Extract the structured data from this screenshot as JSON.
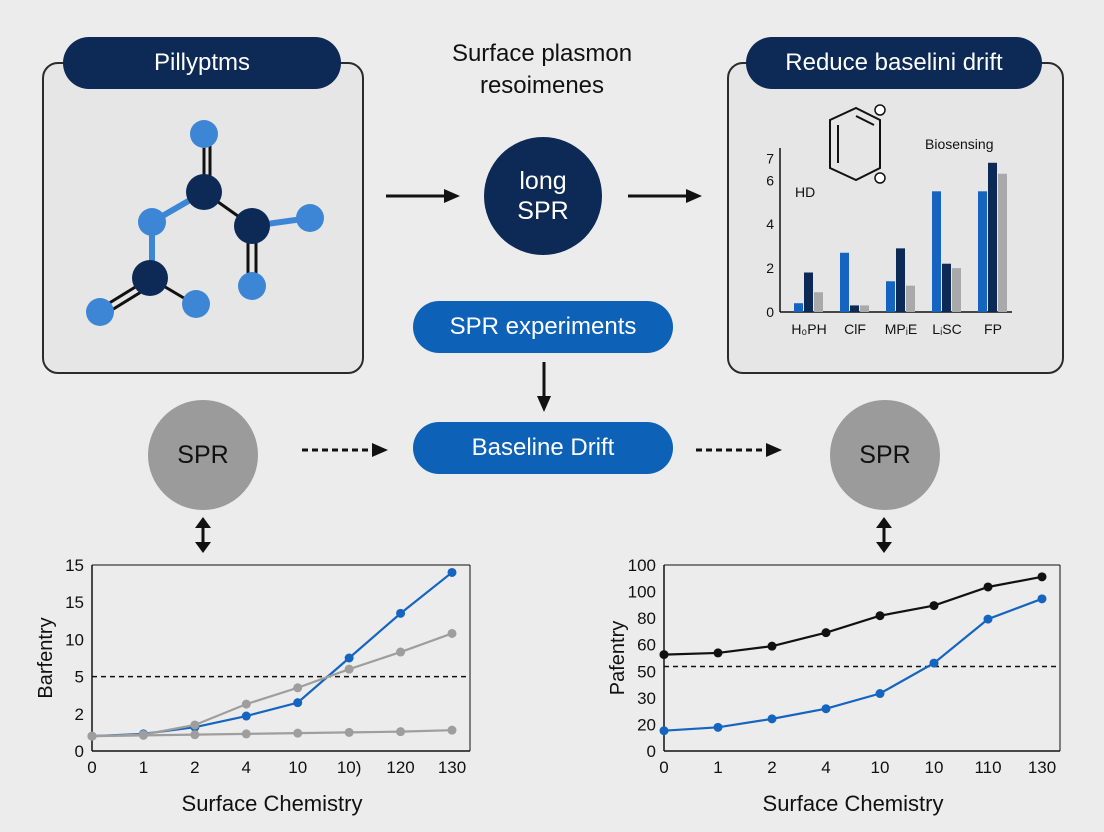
{
  "top_left": {
    "title": "Pillyptms"
  },
  "top_center": {
    "line1": "Surface plasmon",
    "line2": "resoimenes",
    "node_line1": "long",
    "node_line2": "SPR"
  },
  "top_right": {
    "title": "Reduce baselini drift",
    "label_biosensing": "Biosensing",
    "label_hd": "HD"
  },
  "mid": {
    "experiments": "SPR experiments",
    "baseline": "Baseline Drift",
    "spr_left": "SPR",
    "spr_right": "SPR"
  },
  "chart_data": [
    {
      "type": "bar",
      "categories": [
        "H₀PH",
        "ClF",
        "MPᵢE",
        "LᵢSC",
        "FP"
      ],
      "yticks": [
        "0",
        "2",
        "4",
        "6",
        "7"
      ],
      "series": [
        {
          "color": "#1565c0",
          "values": [
            0.4,
            2.7,
            1.4,
            5.5,
            5.5
          ]
        },
        {
          "color": "#0c2a55",
          "values": [
            1.8,
            0.3,
            2.9,
            2.2,
            6.8
          ]
        },
        {
          "color": "#a9a9a9",
          "values": [
            0.9,
            0.3,
            1.2,
            2.0,
            6.3
          ]
        }
      ],
      "colors": {
        "blue": "#1565c0",
        "navy": "#0c2a55",
        "gray": "#a9a9a9"
      }
    },
    {
      "type": "line",
      "xlabel": "Surface Chemistry",
      "ylabel": "Barfentry",
      "xticks": [
        "0",
        "1",
        "2",
        "4",
        "10",
        "10)",
        "120",
        "130"
      ],
      "yticks": [
        "0",
        "2",
        "5",
        "10",
        "15",
        "15"
      ],
      "threshold": 10,
      "series": [
        {
          "color": "#1565c0",
          "values": [
            2,
            2.3,
            3.2,
            4.7,
            6.5,
            12.5,
            18.5,
            24
          ]
        },
        {
          "color": "#9e9e9e",
          "values": [
            2,
            2.2,
            3.5,
            6.3,
            8.5,
            11,
            13.3,
            15.8
          ]
        },
        {
          "color": "#9e9e9e",
          "values": [
            2,
            2.1,
            2.2,
            2.3,
            2.4,
            2.5,
            2.6,
            2.8
          ]
        }
      ]
    },
    {
      "type": "line",
      "xlabel": "Surface Chemistry",
      "ylabel": "Pafentry",
      "xticks": [
        "0",
        "1",
        "2",
        "4",
        "10",
        "10",
        "110",
        "130"
      ],
      "yticks": [
        "0",
        "20",
        "30",
        "50",
        "60",
        "80",
        "100",
        "100"
      ],
      "threshold": 50,
      "series": [
        {
          "color": "#111111",
          "values": [
            57,
            58,
            62,
            70,
            80,
            86,
            97,
            103
          ]
        },
        {
          "color": "#1565c0",
          "values": [
            12,
            14,
            19,
            25,
            34,
            52,
            78,
            90
          ]
        }
      ]
    }
  ]
}
